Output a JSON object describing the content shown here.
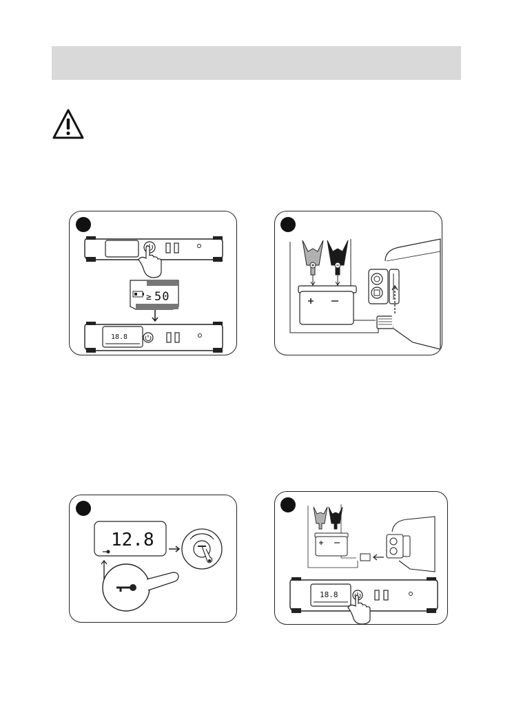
{
  "panel1": {
    "level_prefix": "≥",
    "level_value": "50",
    "display_value": "18.8"
  },
  "panel3": {
    "voltage": "12.8"
  },
  "panel4": {
    "display_value": "18.8"
  },
  "colors": {
    "header_bar": "#d9d9d9",
    "line": "#222222",
    "clamp_red": "#b0b0b0",
    "clamp_black": "#1a1a1a"
  }
}
